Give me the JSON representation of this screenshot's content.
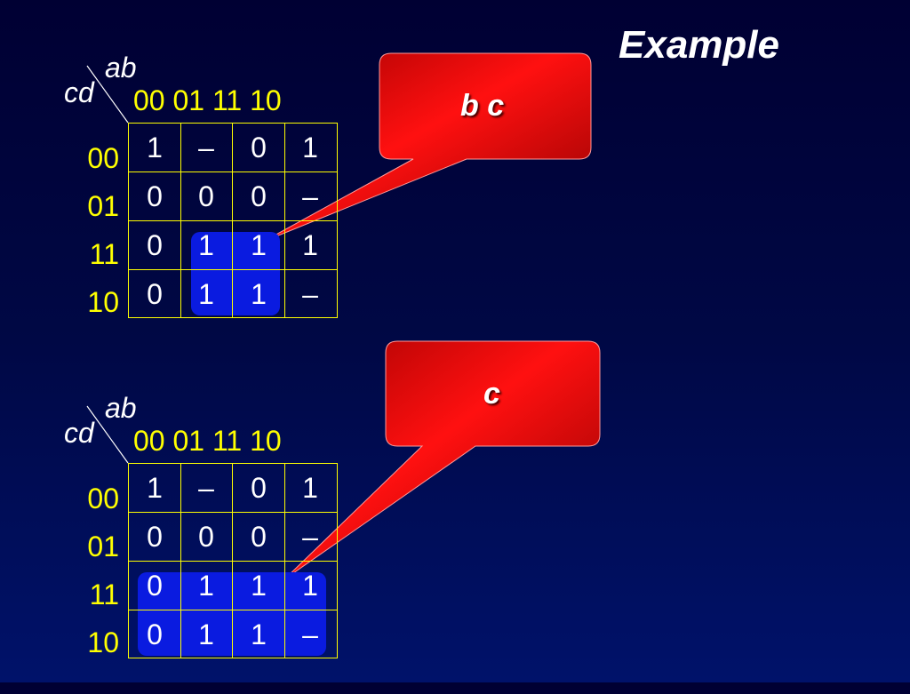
{
  "title": "Example",
  "callouts": [
    {
      "text": "b c"
    },
    {
      "text": "c"
    }
  ],
  "kmaps": [
    {
      "var_top": "ab",
      "var_side": "cd",
      "col_labels": "00 01 11 10",
      "row_labels": [
        "00",
        "01",
        "11",
        "10"
      ],
      "cells": [
        [
          "1",
          "–",
          "0",
          "1"
        ],
        [
          "0",
          "0",
          "0",
          "–"
        ],
        [
          "0",
          "1",
          "1",
          "1"
        ],
        [
          "0",
          "1",
          "1",
          "–"
        ]
      ]
    },
    {
      "var_top": "ab",
      "var_side": "cd",
      "col_labels": "00 01 11 10",
      "row_labels": [
        "00",
        "01",
        "11",
        "10"
      ],
      "cells": [
        [
          "1",
          "–",
          "0",
          "1"
        ],
        [
          "0",
          "0",
          "0",
          "–"
        ],
        [
          "0",
          "1",
          "1",
          "1"
        ],
        [
          "0",
          "1",
          "1",
          "–"
        ]
      ]
    }
  ]
}
